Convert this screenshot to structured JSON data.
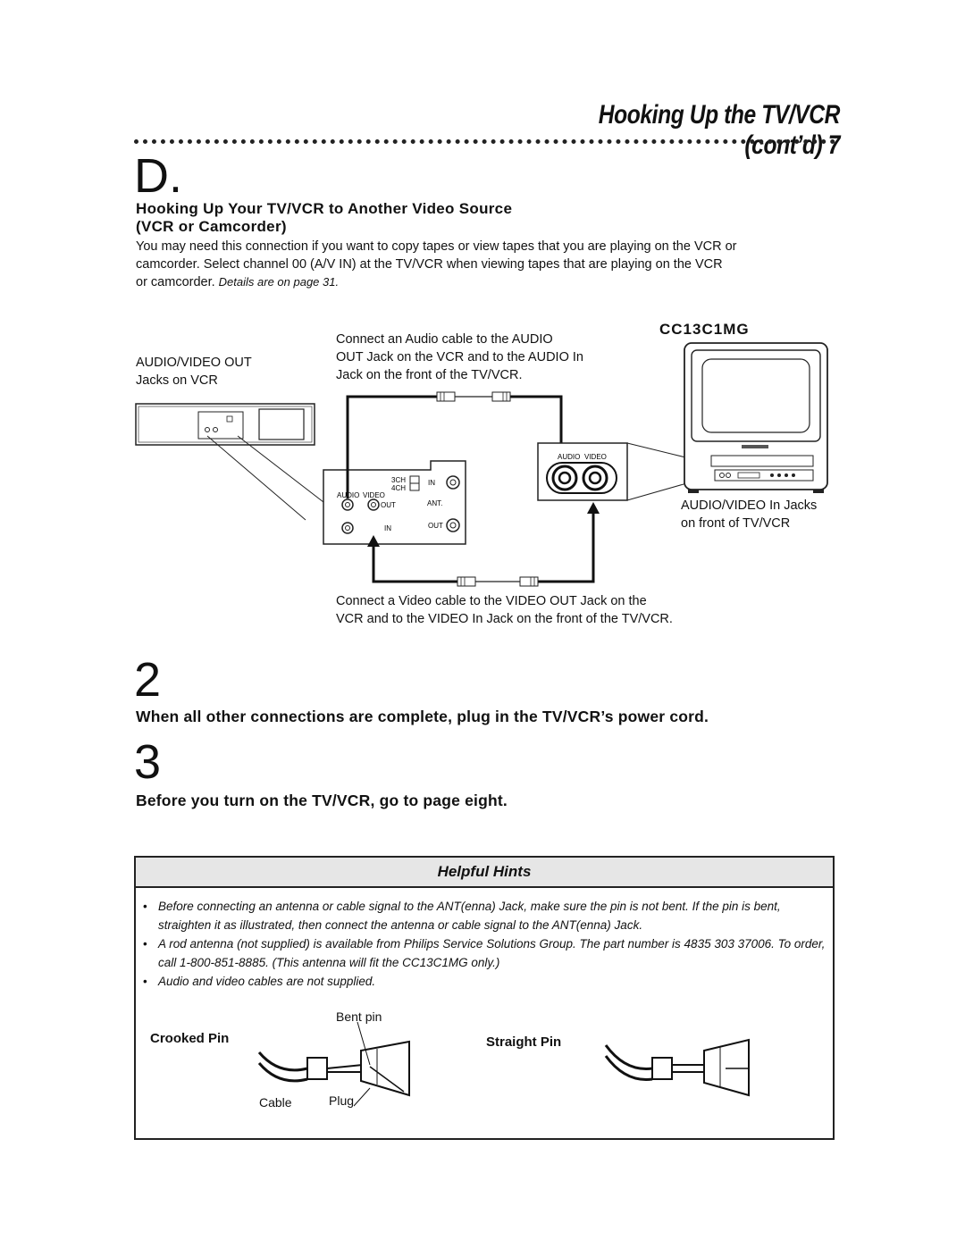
{
  "header": {
    "title": "Hooking Up the TV/VCR (cont’d)  7"
  },
  "section": {
    "letter": "D.",
    "heading_line1": "Hooking Up Your TV/VCR to Another Video Source",
    "heading_line2": "(VCR or Camcorder)",
    "intro_line1": "You may need this connection if you want to copy tapes or view tapes that you are playing on the VCR or",
    "intro_line2": "camcorder. Select channel 00 (A/V IN) at the TV/VCR when viewing tapes that are playing on the VCR",
    "intro_line3": "or camcorder. ",
    "intro_italic": "Details are on page 31."
  },
  "diagram": {
    "model": "CC13C1MG",
    "vcr_label_line1": "AUDIO/VIDEO OUT",
    "vcr_label_line2": "Jacks on VCR",
    "audio_note_line1": "Connect an Audio cable to the AUDIO",
    "audio_note_line2": "OUT Jack on the VCR and to the AUDIO In",
    "audio_note_line3": "Jack on the front of the TV/VCR.",
    "tv_label_line1": "AUDIO/VIDEO In Jacks",
    "tv_label_line2": "on front of TV/VCR",
    "video_note_line1": "Connect a Video cable to the VIDEO OUT Jack on the",
    "video_note_line2": "VCR and to the VIDEO In Jack on the front of the TV/VCR.",
    "panel": {
      "ch3": "3CH",
      "ch4": "4CH",
      "in_top": "IN",
      "audio": "AUDIO",
      "video": "VIDEO",
      "out": "OUT",
      "ant": "ANT.",
      "in_bottom": "IN",
      "out_right": "OUT"
    },
    "tv_jacks": {
      "audio": "AUDIO",
      "video": "VIDEO"
    }
  },
  "steps": [
    {
      "number": "2",
      "text": "When all other connections are complete, plug in the TV/VCR’s power cord."
    },
    {
      "number": "3",
      "text": "Before you turn on the TV/VCR, go to page eight."
    }
  ],
  "hints": {
    "title": "Helpful Hints",
    "bullet": "•",
    "items": [
      "Before connecting an antenna or cable signal to the ANT(enna) Jack, make sure the pin is not bent. If the pin is bent, straighten it as illustrated, then connect the antenna or cable signal to the ANT(enna) Jack.",
      "A rod antenna (not supplied) is available from Philips Service Solutions Group. The part number is 4835 303 37006. To order, call 1-800-851-8885. (This antenna will fit the CC13C1MG only.)",
      "Audio and video cables are not supplied."
    ],
    "crooked_pin": "Crooked Pin",
    "straight_pin": "Straight Pin",
    "bent_pin": "Bent pin",
    "cable": "Cable",
    "plug": "Plug"
  }
}
